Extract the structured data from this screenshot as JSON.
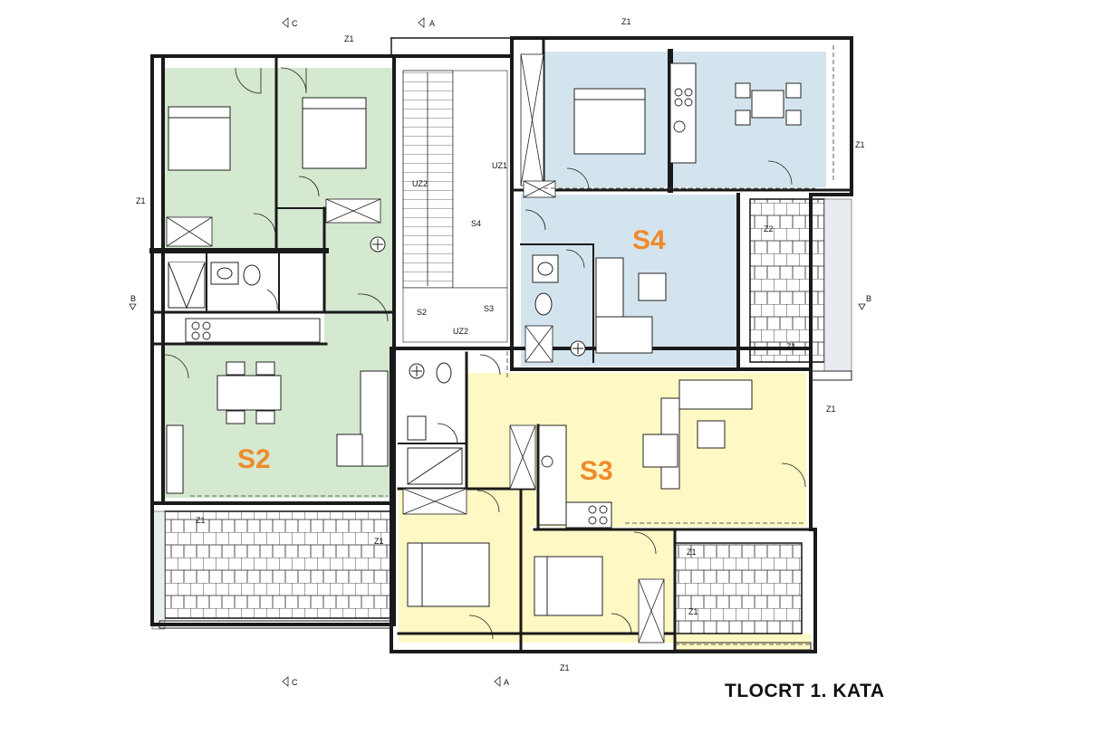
{
  "title": "TLOCRT 1. KATA",
  "units": {
    "s2": "S2",
    "s3": "S3",
    "s4": "S4"
  },
  "section_marks": {
    "a": "A",
    "b": "B",
    "c": "C"
  },
  "window_marks": {
    "z1": "Z1",
    "z2": "Z2",
    "uz1": "UZ1",
    "uz2": "UZ2"
  },
  "stair_marks": {
    "s2": "S2",
    "s3": "S3",
    "s4": "S4"
  },
  "colors": {
    "s2_fill": "#d5e8d0",
    "s3_fill": "#fdf8c4",
    "s4_fill": "#d4e4ee",
    "label_orange": "#ef8a2b",
    "wall": "#1a1a1a"
  }
}
